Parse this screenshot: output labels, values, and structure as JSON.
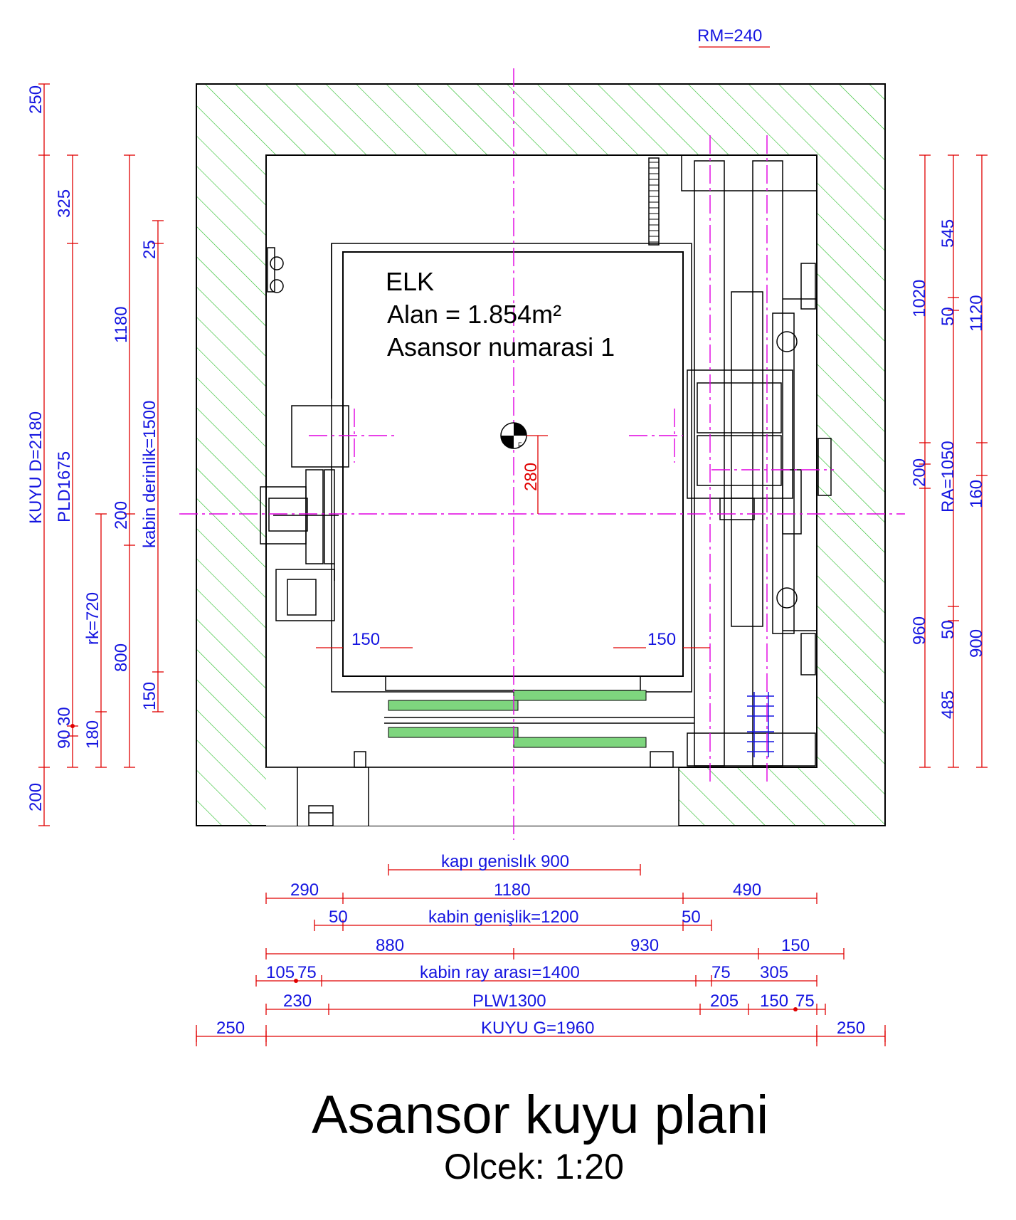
{
  "title": "Asansor kuyu plani",
  "scale": "Olcek: 1:20",
  "cabin": {
    "name": "ELK",
    "area": "Alan = 1.854m²",
    "number": "Asansor numarasi 1",
    "offset": "280"
  },
  "colors": {
    "dimension_text": "#1515e0",
    "dimension_line": "#e00000",
    "axis": "#e000e0",
    "hatch": "#22bb22",
    "sill": "#7ed67e"
  },
  "top": {
    "rm": "RM=240"
  },
  "left_dims": {
    "col1": [
      "250",
      "KUYU D=2180",
      "200"
    ],
    "col2": [
      "325",
      "PLD1675",
      "30",
      "90"
    ],
    "col3": [
      "rk=720",
      "180"
    ],
    "col4": [
      "1180",
      "200",
      "800"
    ],
    "col5": [
      "25",
      "kabin derinlik=1500",
      "150"
    ]
  },
  "right_dims": {
    "col1": [
      "1020",
      "200",
      "960"
    ],
    "col2": [
      "545",
      "50",
      "RA=1050",
      "50",
      "485"
    ],
    "col3": [
      "1120",
      "160",
      "900"
    ]
  },
  "inner_dims": {
    "left": "150",
    "right": "150"
  },
  "bottom_dims": {
    "row1": [
      "kapı genislık 900"
    ],
    "row2": [
      "290",
      "1180",
      "490"
    ],
    "row3": [
      "50",
      "kabin genişlik=1200",
      "50"
    ],
    "row4": [
      "880",
      "930",
      "150"
    ],
    "row5": [
      "105",
      "75",
      "kabin  ray arası=1400",
      "75",
      "305"
    ],
    "row6": [
      "230",
      "PLW1300",
      "205",
      "150",
      "75"
    ],
    "row7": [
      "250",
      "KUYU G=1960",
      "250"
    ]
  }
}
